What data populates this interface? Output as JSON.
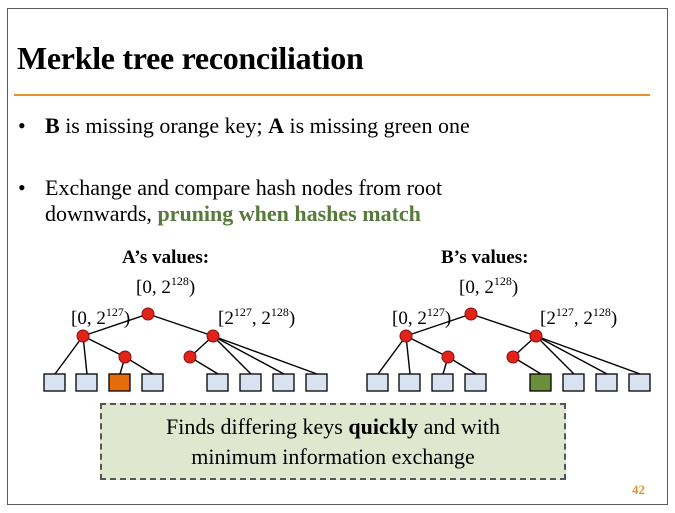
{
  "title": "Merkle tree reconciliation",
  "bullets": [
    {
      "marker": "•",
      "bold_b": "B",
      "mid": " is missing orange key; ",
      "bold_a": "A",
      "end": " is missing green one"
    },
    {
      "marker": "•",
      "line1": "Exchange and compare hash nodes from root",
      "line2_pre": "downwards, ",
      "line2_green": "pruning when hashes match"
    }
  ],
  "trees": [
    {
      "title": "A’s values:",
      "root_range": {
        "pre": "[0, 2",
        "exp": "128",
        "post": ")"
      },
      "left_range": {
        "pre": "[0, 2",
        "exp": "127",
        "post": ")"
      },
      "right_range": {
        "pre": "[2",
        "exp1": "127",
        "mid": ", 2",
        "exp2": "128",
        "post": ")"
      },
      "highlight_leaf": 2,
      "highlight_color": "#e46c0a"
    },
    {
      "title": "B’s values:",
      "root_range": {
        "pre": "[0, 2",
        "exp": "128",
        "post": ")"
      },
      "left_range": {
        "pre": "[0, 2",
        "exp": "127",
        "post": ")"
      },
      "right_range": {
        "pre": "[2",
        "exp1": "127",
        "mid": ", 2",
        "exp2": "128",
        "post": ")"
      },
      "highlight_leaf": 4,
      "highlight_color": "#6b8e3a"
    }
  ],
  "callout": {
    "pre": "Finds differing keys ",
    "bold": "quickly",
    "post": " and with",
    "line2": "minimum information exchange"
  },
  "page_number": "42",
  "colors": {
    "accent": "#e7922e",
    "node": "#e2231a",
    "leaf": "#d9e2f1",
    "callout_bg": "#dfe8cf",
    "green_text": "#587a3b"
  }
}
